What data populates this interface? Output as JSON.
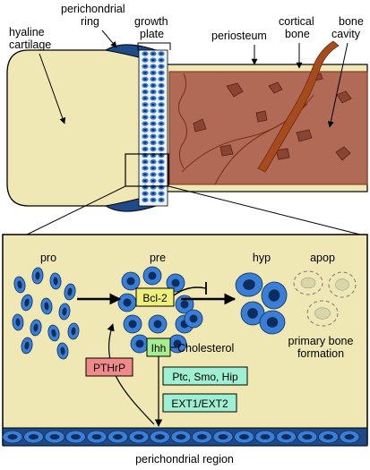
{
  "bone_labels": {
    "hyaline_cartilage": [
      "hyaline",
      "cartilage"
    ],
    "perichondrial_ring": [
      "perichondrial",
      "ring"
    ],
    "growth_plate": [
      "growth",
      "plate"
    ],
    "periosteum": "periosteum",
    "cortical_bone": [
      "cortical",
      "bone"
    ],
    "bone_cavity": [
      "bone",
      "cavity"
    ]
  },
  "zone_labels": {
    "pro": "pro",
    "pre": "pre",
    "hyp": "hyp",
    "apop": "apop"
  },
  "factors": {
    "bcl2": "Bcl-2",
    "ihh": "Ihh",
    "cholesterol": "Cholesterol",
    "pthrp": "PTHrP",
    "ptc_smo_hip": "Ptc, Smo, Hip",
    "ext": "EXT1/EXT2"
  },
  "outcome_label": [
    "primary bone",
    "formation"
  ],
  "region_label": "perichondrial region",
  "colors": {
    "cartilage_fill": "#efe8b4",
    "bone_fill": "#b06a55",
    "bone_outline": "#7a2f14",
    "cell_fill": "#3a7fd5",
    "cell_nucleus": "#0d2d5e",
    "ring_fill": "#1f4a8a",
    "bcl2_box": "#eef07a",
    "ihh_box": "#a6ef8e",
    "pthrp_box": "#f08a8a",
    "receptor_box": "#9ff0d2",
    "apop_cell": "#d9d6a8"
  },
  "icons": [
    "arrow-icon",
    "inhibition-arrow-icon",
    "blood-vessel-icon"
  ]
}
